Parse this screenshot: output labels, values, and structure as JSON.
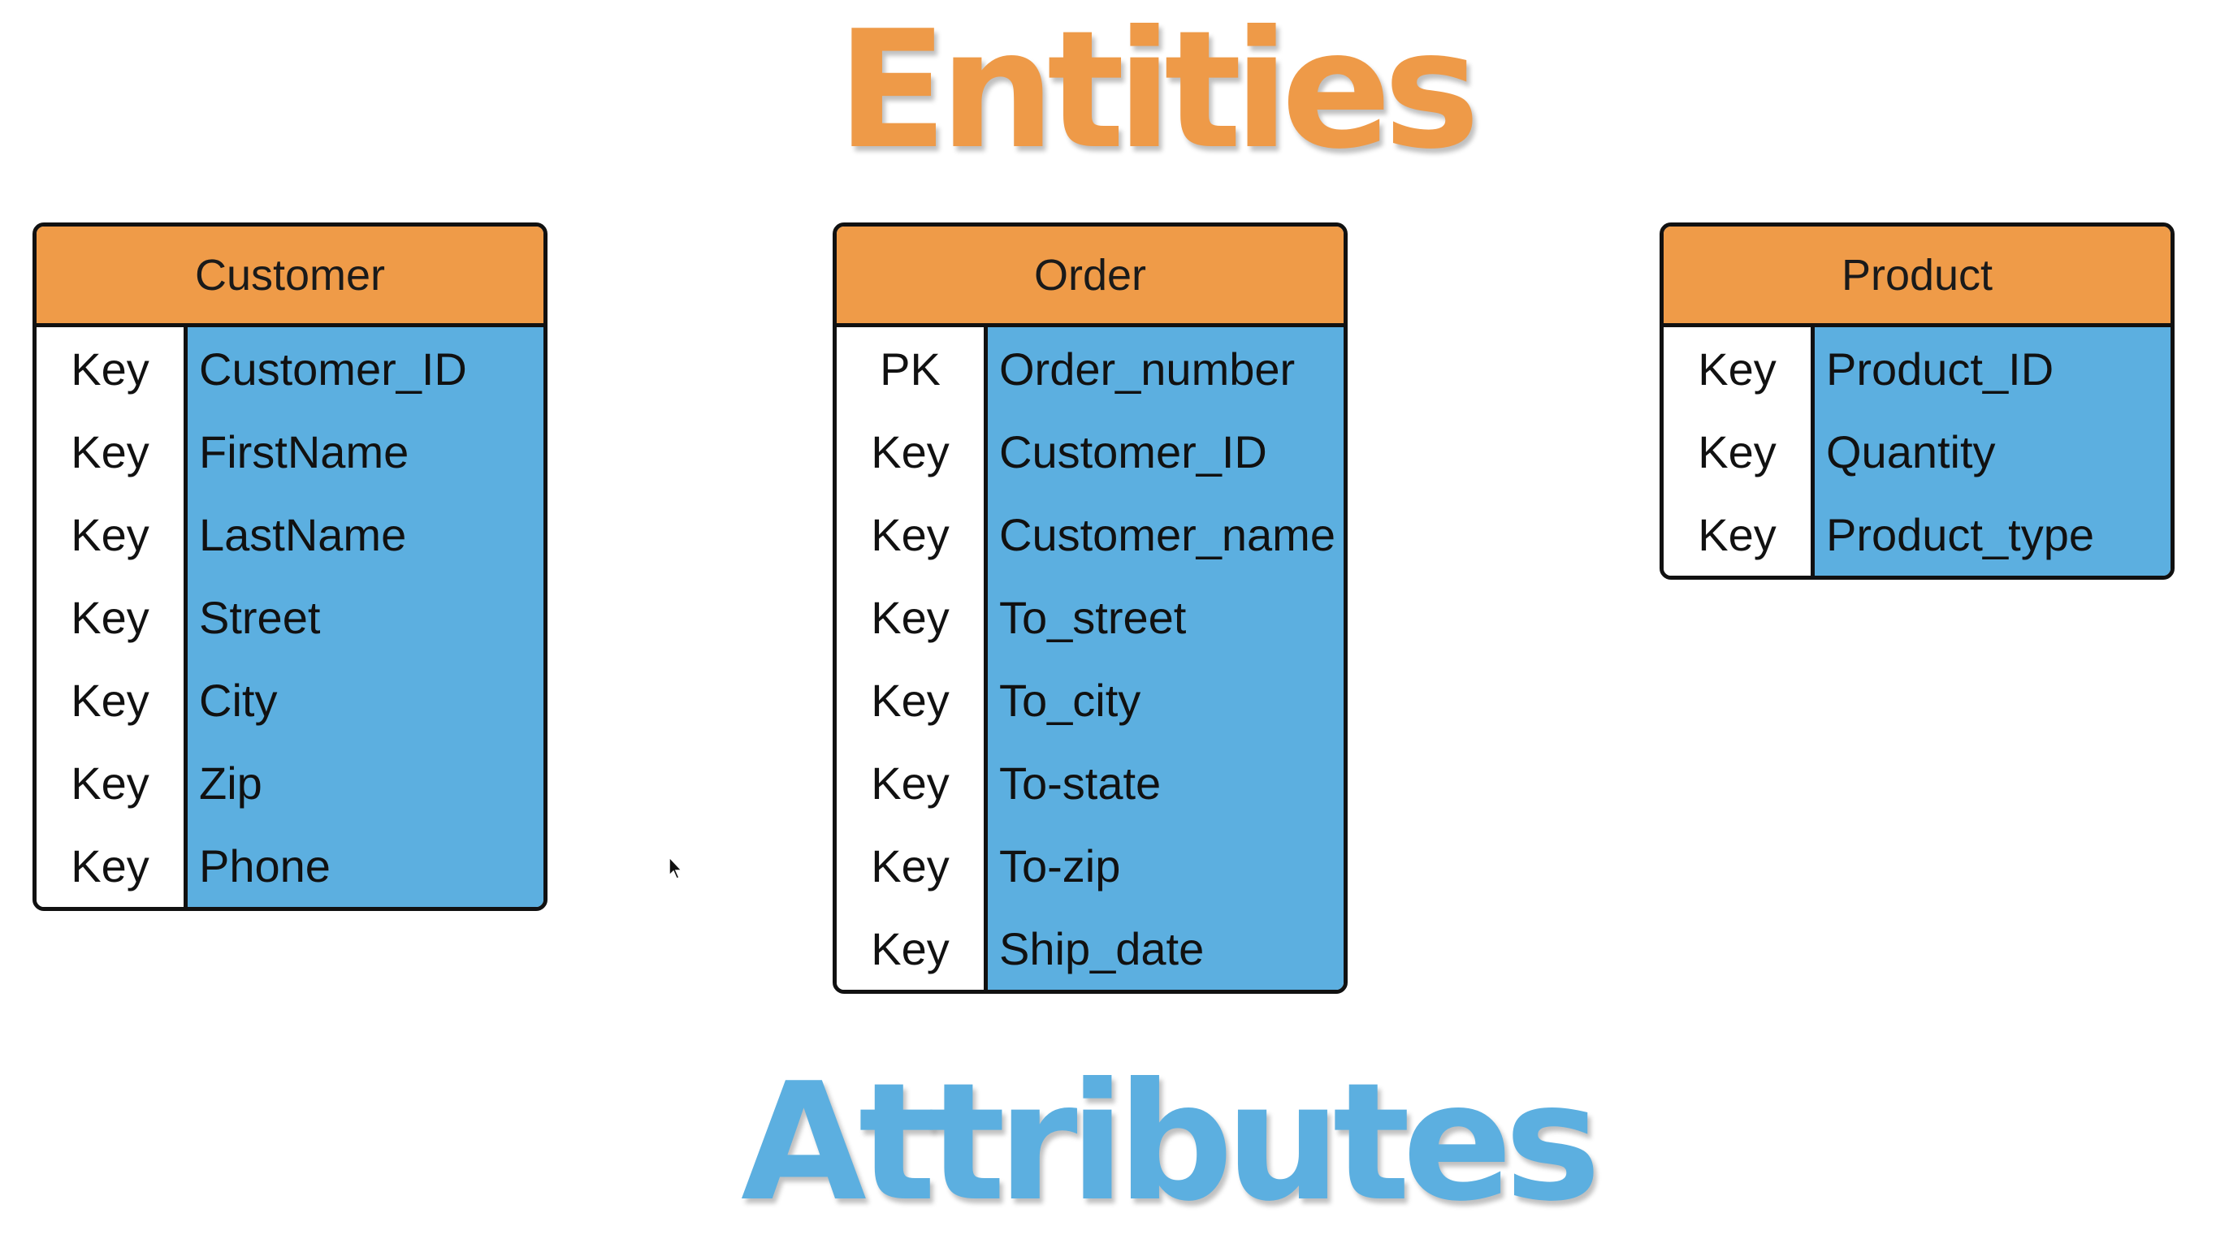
{
  "titles": {
    "entities": "Entities",
    "attributes": "Attributes"
  },
  "colors": {
    "entities_title": "#ee9a48",
    "attributes_title": "#5cafe0",
    "header_fill": "#ef9b48",
    "attribute_fill": "#5cafe0",
    "border": "#111111"
  },
  "entities": [
    {
      "name": "Customer",
      "rows": [
        {
          "key": "Key",
          "attribute": "Customer_ID"
        },
        {
          "key": "Key",
          "attribute": "FirstName"
        },
        {
          "key": "Key",
          "attribute": "LastName"
        },
        {
          "key": "Key",
          "attribute": "Street"
        },
        {
          "key": "Key",
          "attribute": "City"
        },
        {
          "key": "Key",
          "attribute": "Zip"
        },
        {
          "key": "Key",
          "attribute": "Phone"
        }
      ]
    },
    {
      "name": "Order",
      "rows": [
        {
          "key": "PK",
          "attribute": "Order_number"
        },
        {
          "key": "Key",
          "attribute": "Customer_ID"
        },
        {
          "key": "Key",
          "attribute": "Customer_name"
        },
        {
          "key": "Key",
          "attribute": "To_street"
        },
        {
          "key": "Key",
          "attribute": "To_city"
        },
        {
          "key": "Key",
          "attribute": "To-state"
        },
        {
          "key": "Key",
          "attribute": "To-zip"
        },
        {
          "key": "Key",
          "attribute": "Ship_date"
        }
      ]
    },
    {
      "name": "Product",
      "rows": [
        {
          "key": "Key",
          "attribute": "Product_ID"
        },
        {
          "key": "Key",
          "attribute": "Quantity"
        },
        {
          "key": "Key",
          "attribute": "Product_type"
        }
      ]
    }
  ]
}
